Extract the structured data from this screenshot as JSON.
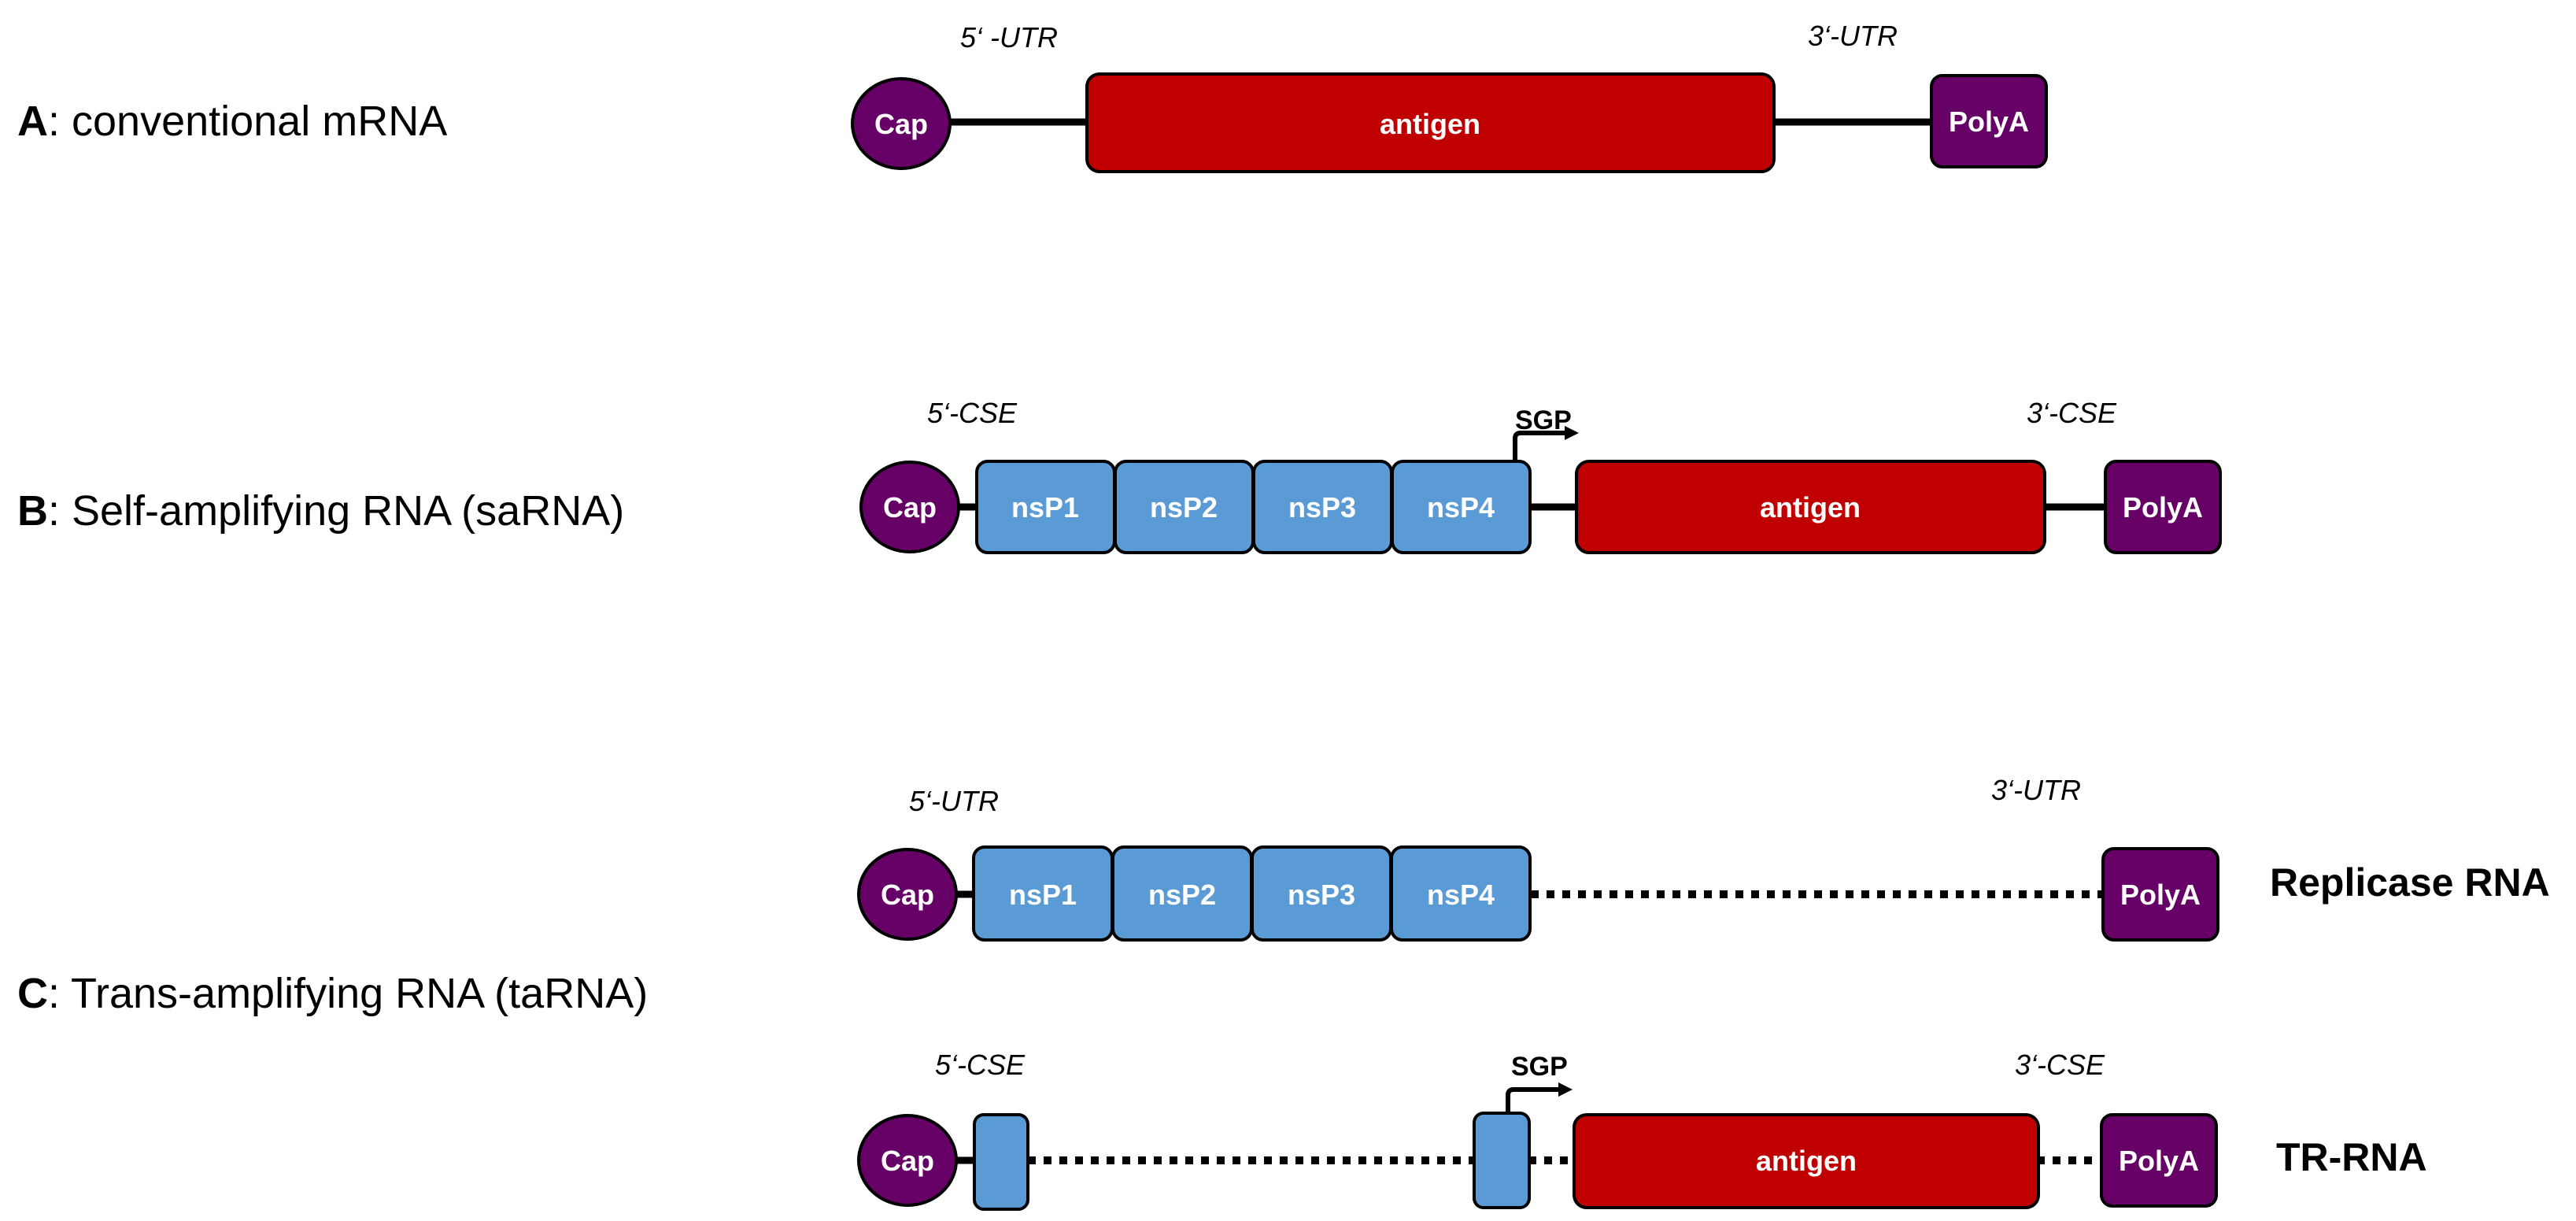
{
  "rows": {
    "a": {
      "letter": "A",
      "title": ": conventional mRNA",
      "utr5": "5‘ -UTR",
      "utr3": "3‘-UTR",
      "cap": "Cap",
      "antigen": "antigen",
      "polya": "PolyA"
    },
    "b": {
      "letter": "B",
      "title": ": Self-amplifying RNA (saRNA)",
      "cse5": "5‘-CSE",
      "cse3": "3‘-CSE",
      "sgp": "SGP",
      "cap": "Cap",
      "nsp": [
        "nsP1",
        "nsP2",
        "nsP3",
        "nsP4"
      ],
      "antigen": "antigen",
      "polya": "PolyA"
    },
    "c": {
      "letter": "C",
      "title": ": Trans-amplifying RNA (taRNA)",
      "replicase": {
        "utr5": "5‘-UTR",
        "utr3": "3‘-UTR",
        "cap": "Cap",
        "nsp": [
          "nsP1",
          "nsP2",
          "nsP3",
          "nsP4"
        ],
        "polya": "PolyA",
        "name": "Replicase RNA"
      },
      "tr": {
        "cse5": "5‘-CSE",
        "cse3": "3‘-CSE",
        "sgp": "SGP",
        "cap": "Cap",
        "antigen": "antigen",
        "polya": "PolyA",
        "name": "TR-RNA"
      }
    }
  },
  "colors": {
    "cap": "#660066",
    "polya": "#660066",
    "antigen": "#c00000",
    "nsp": "#5b9bd5",
    "line": "#000000",
    "text_light": "#ffffff",
    "text_dark": "#000000"
  }
}
